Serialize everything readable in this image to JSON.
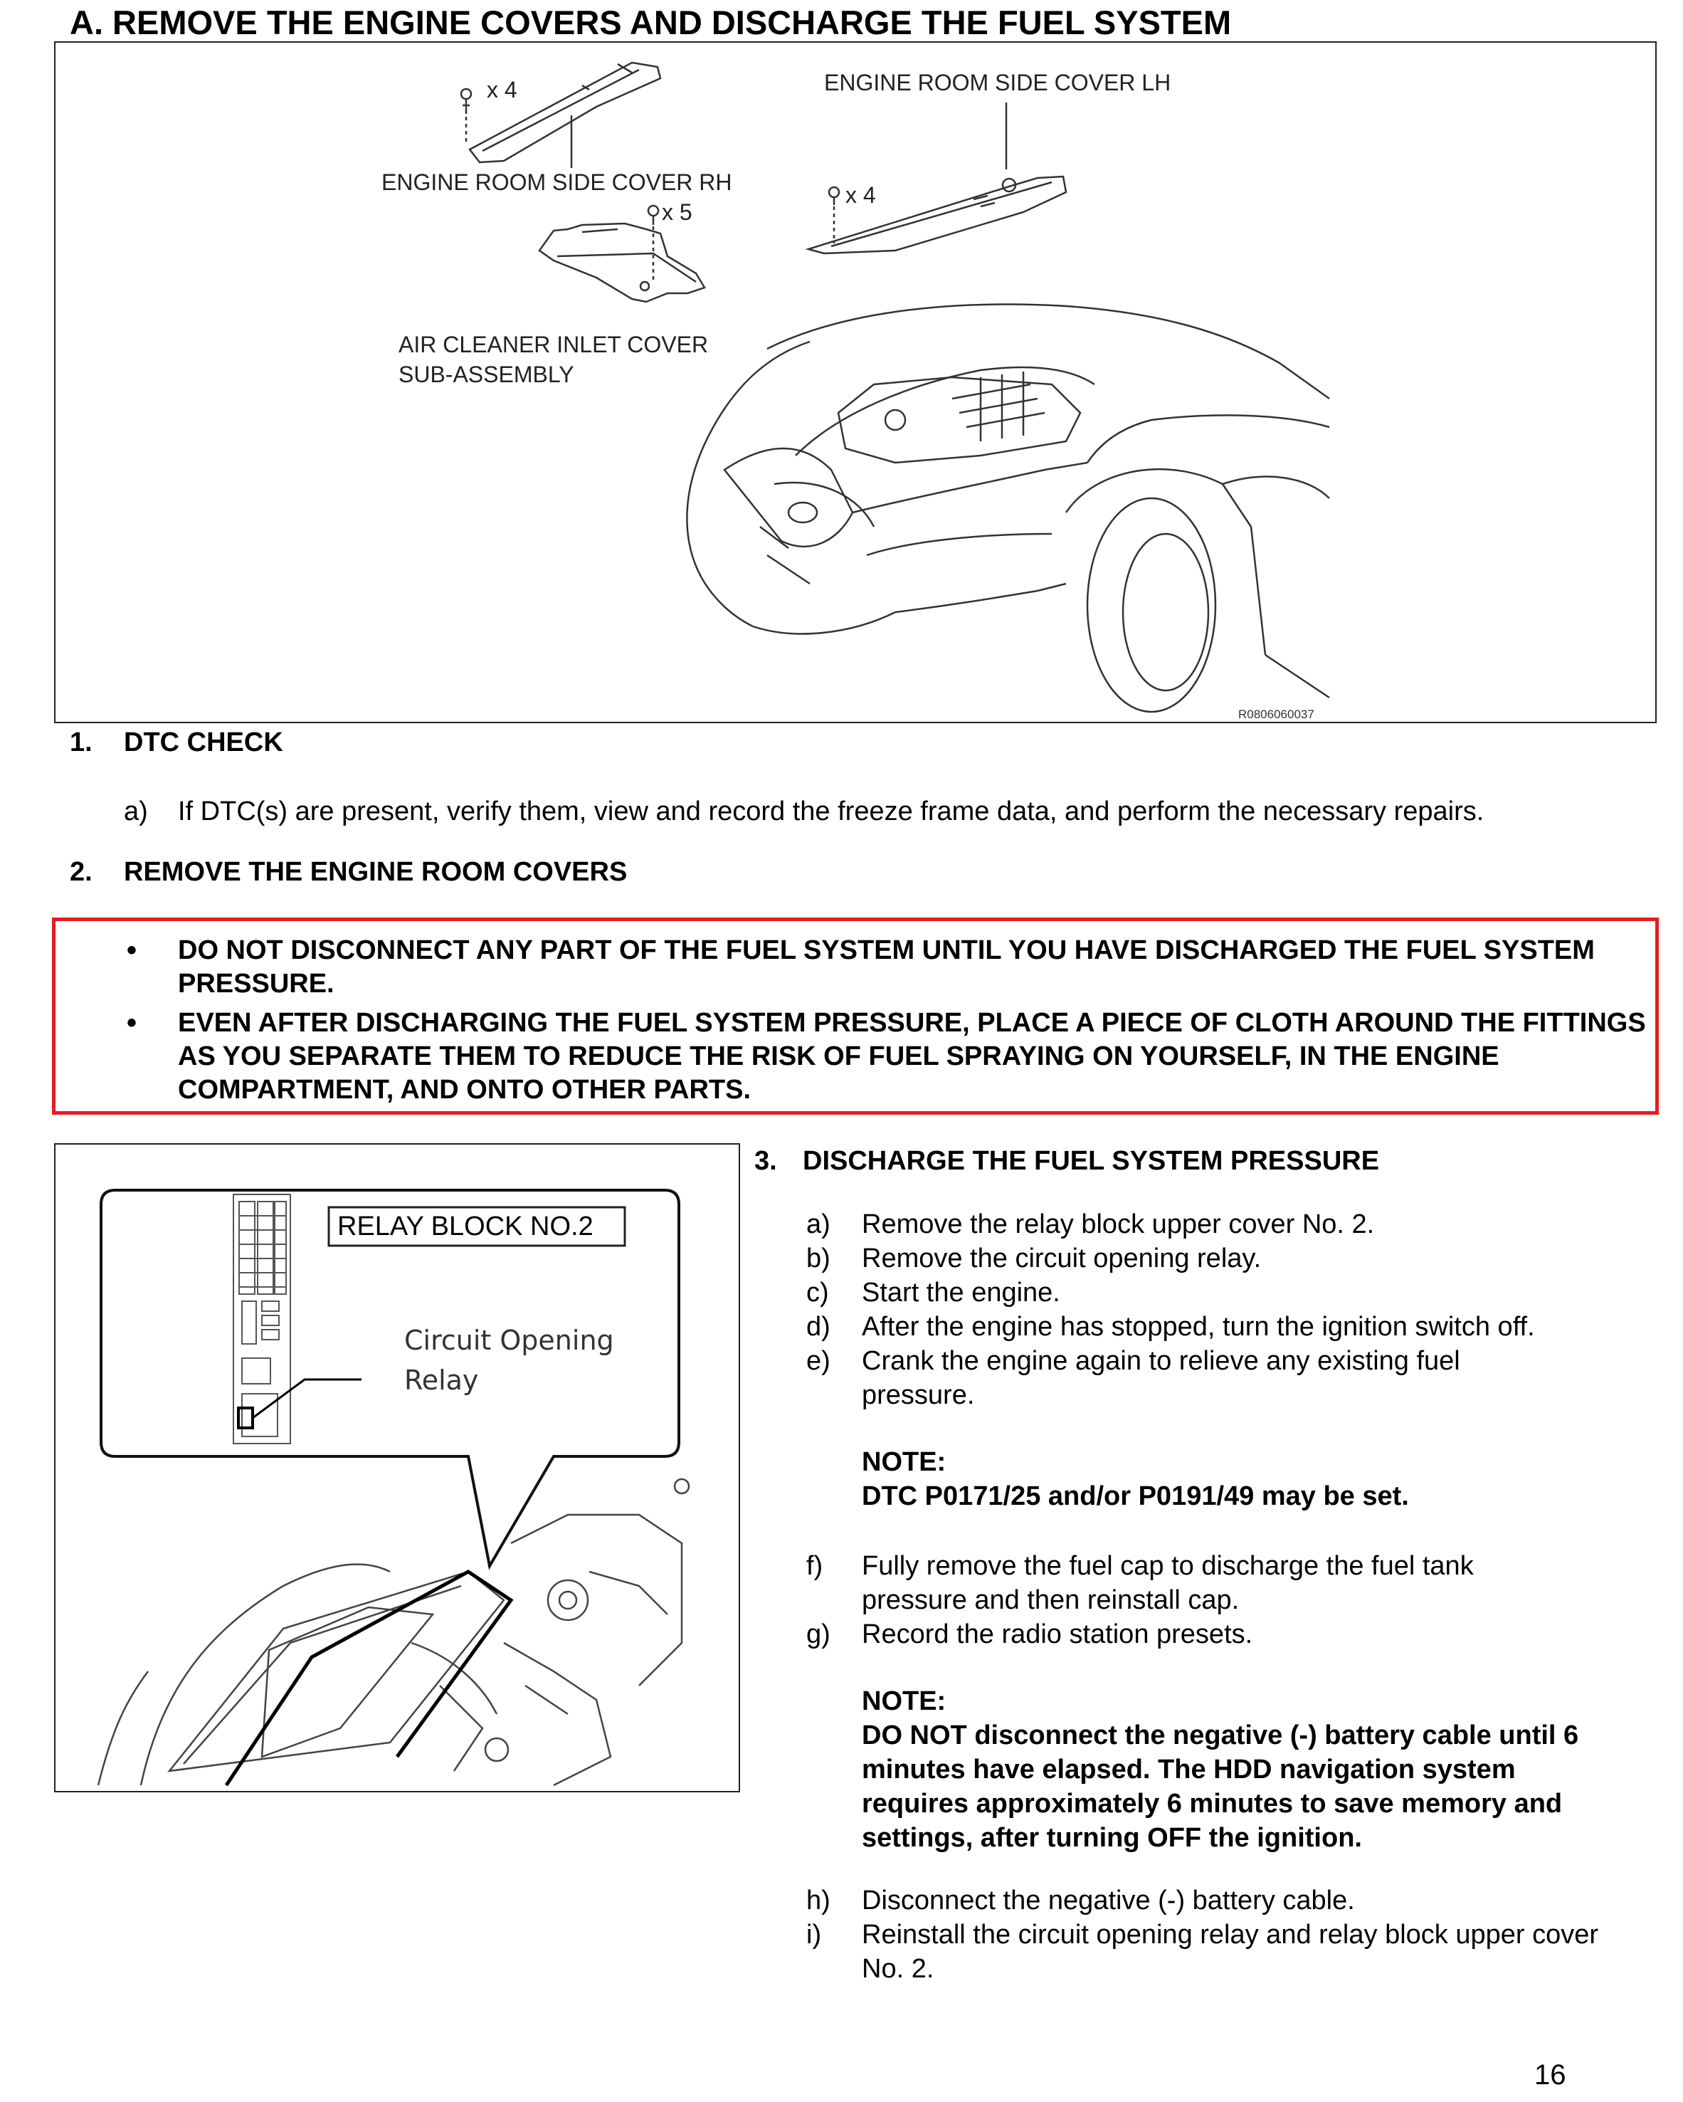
{
  "heading": "A.  REMOVE THE ENGINE COVERS AND DISCHARGE THE FUEL SYSTEM",
  "figure1": {
    "screw_count_rh": "x 4",
    "label_lh": "ENGINE ROOM SIDE COVER LH",
    "label_rh": "ENGINE ROOM SIDE COVER RH",
    "screw_count_air": "x 5",
    "screw_count_lh": "x 4",
    "label_air_1": "AIR CLEANER INLET COVER",
    "label_air_2": "SUB-ASSEMBLY",
    "ref_code": "R0806060037"
  },
  "section1": {
    "number": "1.",
    "title": "DTC CHECK",
    "item_letter": "a)",
    "item_text": "If DTC(s) are present, verify them, view and record the freeze frame data, and perform the necessary repairs."
  },
  "section2": {
    "number": "2.",
    "title": "REMOVE THE ENGINE ROOM COVERS"
  },
  "warning": {
    "items": [
      "DO NOT DISCONNECT ANY PART OF THE FUEL SYSTEM UNTIL YOU HAVE DISCHARGED THE FUEL SYSTEM PRESSURE.",
      "EVEN AFTER DISCHARGING THE FUEL SYSTEM PRESSURE, PLACE A PIECE OF CLOTH AROUND THE FITTINGS AS YOU SEPARATE THEM TO REDUCE THE RISK OF FUEL SPRAYING ON YOURSELF, IN THE ENGINE COMPARTMENT, AND ONTO OTHER PARTS."
    ]
  },
  "figure2": {
    "relay_block": "RELAY BLOCK NO.2",
    "circuit_1": "Circuit Opening",
    "circuit_2": "Relay"
  },
  "section3": {
    "number": "3.",
    "title": "DISCHARGE THE FUEL SYSTEM PRESSURE",
    "steps_a_e": [
      {
        "letter": "a)",
        "text": "Remove the relay block upper cover No. 2."
      },
      {
        "letter": "b)",
        "text": "Remove the circuit opening relay."
      },
      {
        "letter": "c)",
        "text": "Start the engine."
      },
      {
        "letter": "d)",
        "text": "After the engine has stopped, turn the ignition switch off."
      },
      {
        "letter": "e)",
        "text": "Crank the engine again to relieve any existing fuel pressure."
      }
    ],
    "note1_label": "NOTE:",
    "note1_text": "DTC P0171/25 and/or P0191/49 may be set.",
    "steps_f_g": [
      {
        "letter": "f)",
        "text": "Fully remove the fuel cap to discharge the fuel tank pressure and then reinstall cap."
      },
      {
        "letter": "g)",
        "text": "Record the radio station presets."
      }
    ],
    "note2_label": "NOTE:",
    "note2_text": "DO NOT disconnect the negative (-) battery cable until 6 minutes have elapsed. The HDD navigation system requires approximately 6 minutes to save memory and settings, after turning OFF the ignition.",
    "steps_h_i": [
      {
        "letter": "h)",
        "text": "Disconnect the negative (-) battery cable."
      },
      {
        "letter": "i)",
        "text": "Reinstall the circuit opening relay and relay block upper cover No. 2."
      }
    ]
  },
  "page_number": "16"
}
